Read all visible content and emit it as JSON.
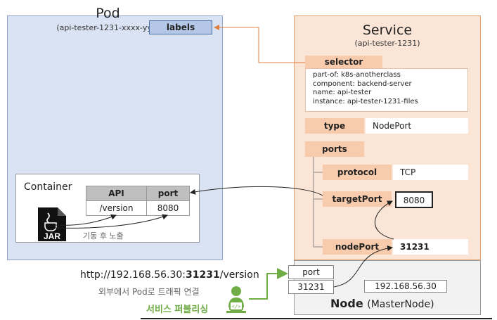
{
  "pod": {
    "title": "Pod",
    "subtitle": "(api-tester-1231-xxxx-yyy)",
    "labels": "labels"
  },
  "container": {
    "title": "Container",
    "table": {
      "headers": [
        "API",
        "port"
      ],
      "row": [
        "/version",
        "8080"
      ]
    },
    "jar_label": "JAR",
    "caption": "기동 후 노출"
  },
  "service": {
    "title": "Service",
    "subtitle": "(api-tester-1231)",
    "selector": {
      "label": "selector",
      "items": [
        "part-of: k8s-anotherclass",
        "component: backend-server",
        "name: api-tester",
        "instance: api-tester-1231-files"
      ]
    },
    "type": {
      "label": "type",
      "value": "NodePort"
    },
    "ports": {
      "label": "ports",
      "protocol": {
        "label": "protocol",
        "value": "TCP"
      },
      "targetPort": {
        "label": "targetPort",
        "value": "8080"
      },
      "nodePort": {
        "label": "nodePort",
        "value": "31231"
      }
    }
  },
  "node": {
    "port_label": "port",
    "port_value": "31231",
    "ip": "192.168.56.30",
    "title": "Node",
    "subtitle": "(MasterNode)"
  },
  "external": {
    "url_prefix": "http://192.168.56.30:",
    "url_port": "31231",
    "url_suffix": "/version",
    "traffic": "외부에서 Pod로 트래픽 연결",
    "publish": "서비스 퍼블리싱"
  },
  "colors": {
    "pod_bg": "#dae3f3",
    "service_bg": "#fbe5d6",
    "accent_orange": "#f8cbad",
    "accent_green": "#70ad47"
  }
}
